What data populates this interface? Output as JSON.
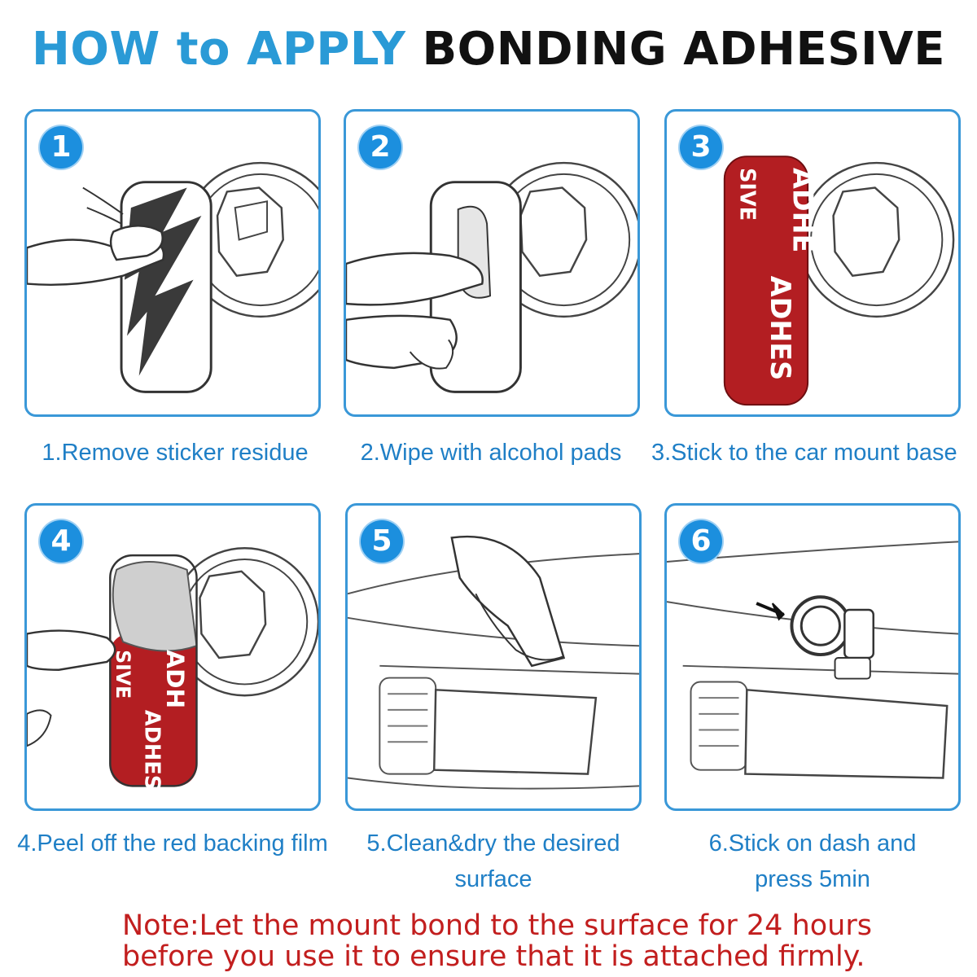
{
  "title": {
    "part1": "HOW to APPLY",
    "part2": "BONDING ADHESIVE"
  },
  "steps": [
    {
      "number": "1",
      "caption": "1.Remove sticker residue"
    },
    {
      "number": "2",
      "caption": "2.Wipe with alcohol pads"
    },
    {
      "number": "3",
      "caption": "3.Stick to the car mount base",
      "adhesive_text": [
        "ADHE",
        "SIVE",
        "ADHES"
      ]
    },
    {
      "number": "4",
      "caption": "4.Peel off the red backing film",
      "adhesive_text": [
        "ADH",
        "SIVE",
        "ADHES"
      ]
    },
    {
      "number": "5",
      "caption_line1": "5.Clean&dry the desired",
      "caption_line2": "surface"
    },
    {
      "number": "6",
      "caption_line1": "6.Stick on dash and",
      "caption_line2": "press 5min"
    }
  ],
  "note": {
    "line1": "Note:Let the mount bond to the surface for 24 hours",
    "line2": "before you use it to ensure that it is attached firmly."
  },
  "colors": {
    "accent": "#2a9ad6",
    "badge": "#1c8fde",
    "caption": "#1f7fc6",
    "note": "#c21e1e",
    "adhesive": "#b31e22"
  }
}
